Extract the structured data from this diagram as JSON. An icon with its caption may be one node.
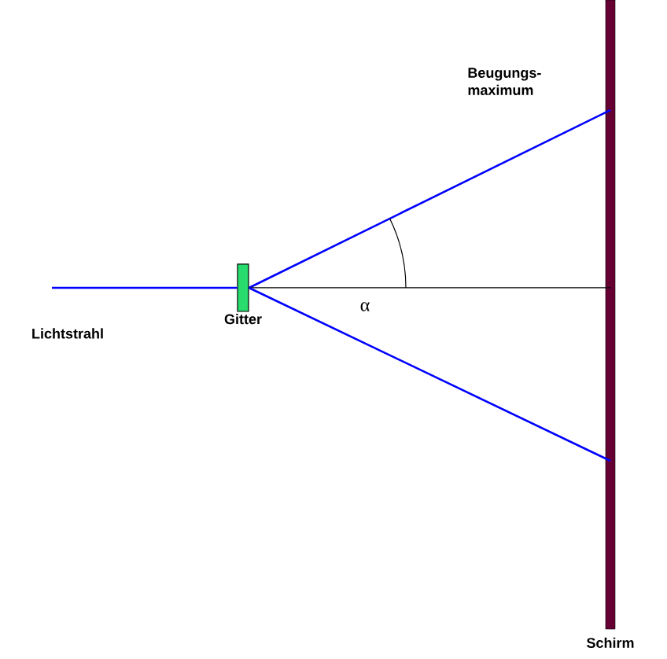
{
  "diagram": {
    "nodes": [
      {
        "text": [
          "Gitter"
        ]
      },
      {
        "text": [
          "Schirm"
        ]
      }
    ],
    "edges": [
      {
        "from": null,
        "to": 0,
        "arrow": "none"
      },
      {
        "from": 0,
        "to": 1,
        "arrow": "none"
      },
      {
        "from": 0,
        "to": 1,
        "arrow": "none",
        "color": "#000000"
      },
      {
        "from": 0,
        "to": 1,
        "arrow": "none"
      }
    ],
    "labels": [
      "Beugungs- maximum",
      "α",
      "Lichtstrahl"
    ]
  }
}
